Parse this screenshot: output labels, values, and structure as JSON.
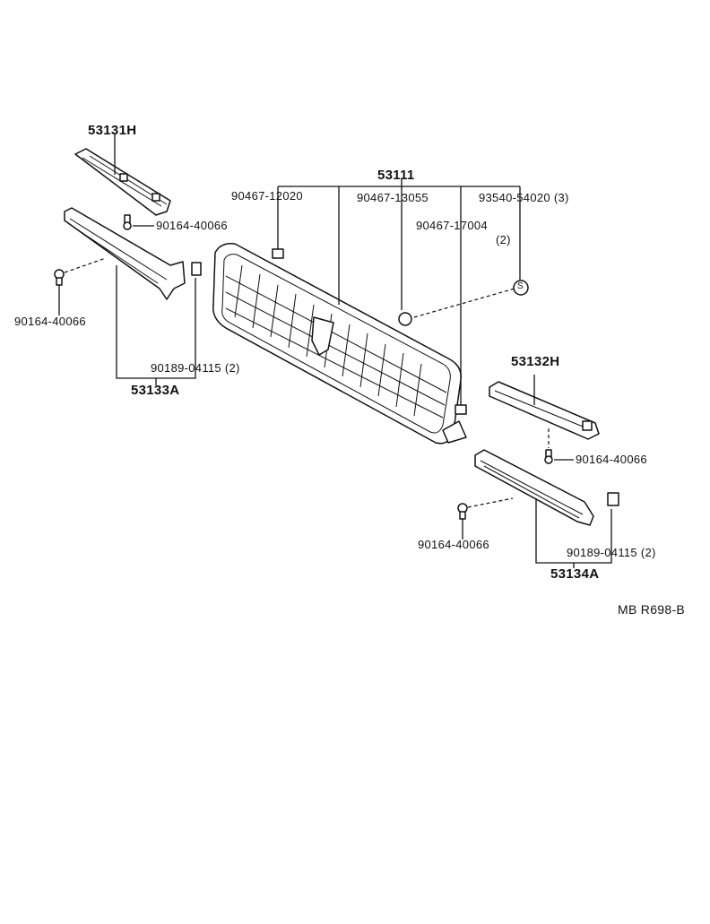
{
  "diagram": {
    "labels": {
      "grille_main": "53111",
      "upper_left_molding": "53131H",
      "upper_right_molding": "53132H",
      "lower_left_molding": "53133A",
      "lower_right_molding": "53134A",
      "clip_12020": "90467-12020",
      "clip_13055": "90467-13055",
      "clip_17004": "90467-17004",
      "clip_17004_qty": "(2)",
      "nut_54020": "93540-54020 (3)",
      "screw_upper_left": "90164-40066",
      "screw_left": "90164-40066",
      "screw_upper_right": "90164-40066",
      "screw_lower_right": "90164-40066",
      "clip_04115_left": "90189-04115 (2)",
      "clip_04115_right": "90189-04115 (2)",
      "s_marker": "S",
      "drawing_code": "MB  R698-B"
    }
  }
}
